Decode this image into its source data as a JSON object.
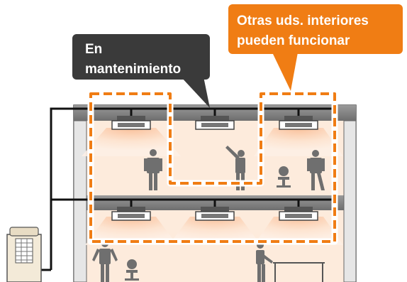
{
  "callouts": {
    "maintenance": {
      "line1": "En",
      "line2": "mantenimiento"
    },
    "others": {
      "line1": "Otras uds. interiores",
      "line2": "pueden funcionar"
    }
  },
  "colors": {
    "maintenance_box": "#3a3a3a",
    "others_box": "#f07d14",
    "dashed_outline": "#f07d14",
    "floor_band": "#8a8a8a",
    "room_glow": "#fde3cf",
    "person": "#6f6f6f",
    "pipe": "#111111"
  },
  "icons": [
    "outdoor-unit-icon",
    "ceiling-cassette-icon",
    "person-icon",
    "office-chair-icon",
    "desk-icon"
  ]
}
